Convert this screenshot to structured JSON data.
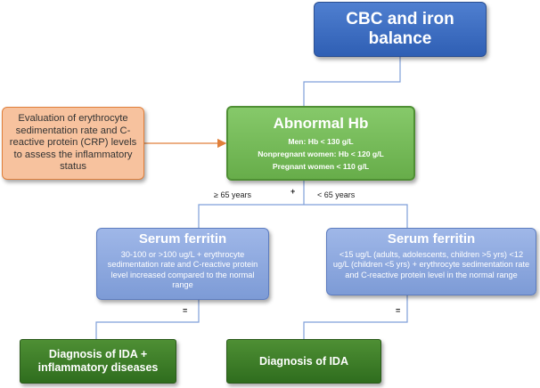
{
  "nodes": {
    "cbc": "CBC and iron balance",
    "abnormal_hb": {
      "title": "Abnormal Hb",
      "lines": [
        "Men: Hb < 130 g/L",
        "Nonpregnant women: Hb < 120 g/L",
        "Pregnant women < 110 g/L"
      ]
    },
    "evaluation": "Evaluation of erythrocyte sedimentation rate and C-reactive protein (CRP) levels to assess the inflammatory status",
    "ferritin_left": {
      "title": "Serum ferritin",
      "description": "30-100 or >100 ug/L + erythrocyte sedimentation rate and C-reactive protein level increased compared to the normal range"
    },
    "ferritin_right": {
      "title": "Serum ferritin",
      "description": "<15 ug/L (adults, adolescents, children >5 yrs) <12 ug/L (children <5 yrs) + erythrocyte sedimentation rate and C-reactive protein level in the normal range"
    },
    "diagnosis_left": "Diagnosis of IDA + inflammatory diseases",
    "diagnosis_right": "Diagnosis of IDA"
  },
  "edge_labels": {
    "left_branch": "≥ 65 years",
    "right_branch": "< 65 years",
    "plus": "+",
    "equals_left": "=",
    "equals_right": "="
  },
  "colors": {
    "cbc_fill": "#3b6bc4",
    "abnormal_fill": "#74b957",
    "evaluation_fill": "#f7c29e",
    "evaluation_border": "#e07f3a",
    "ferritin_fill": "#8eaadf",
    "diagnosis_fill": "#3d7d28",
    "connector": "#7f9fd9",
    "arrow": "#e07f3a"
  }
}
